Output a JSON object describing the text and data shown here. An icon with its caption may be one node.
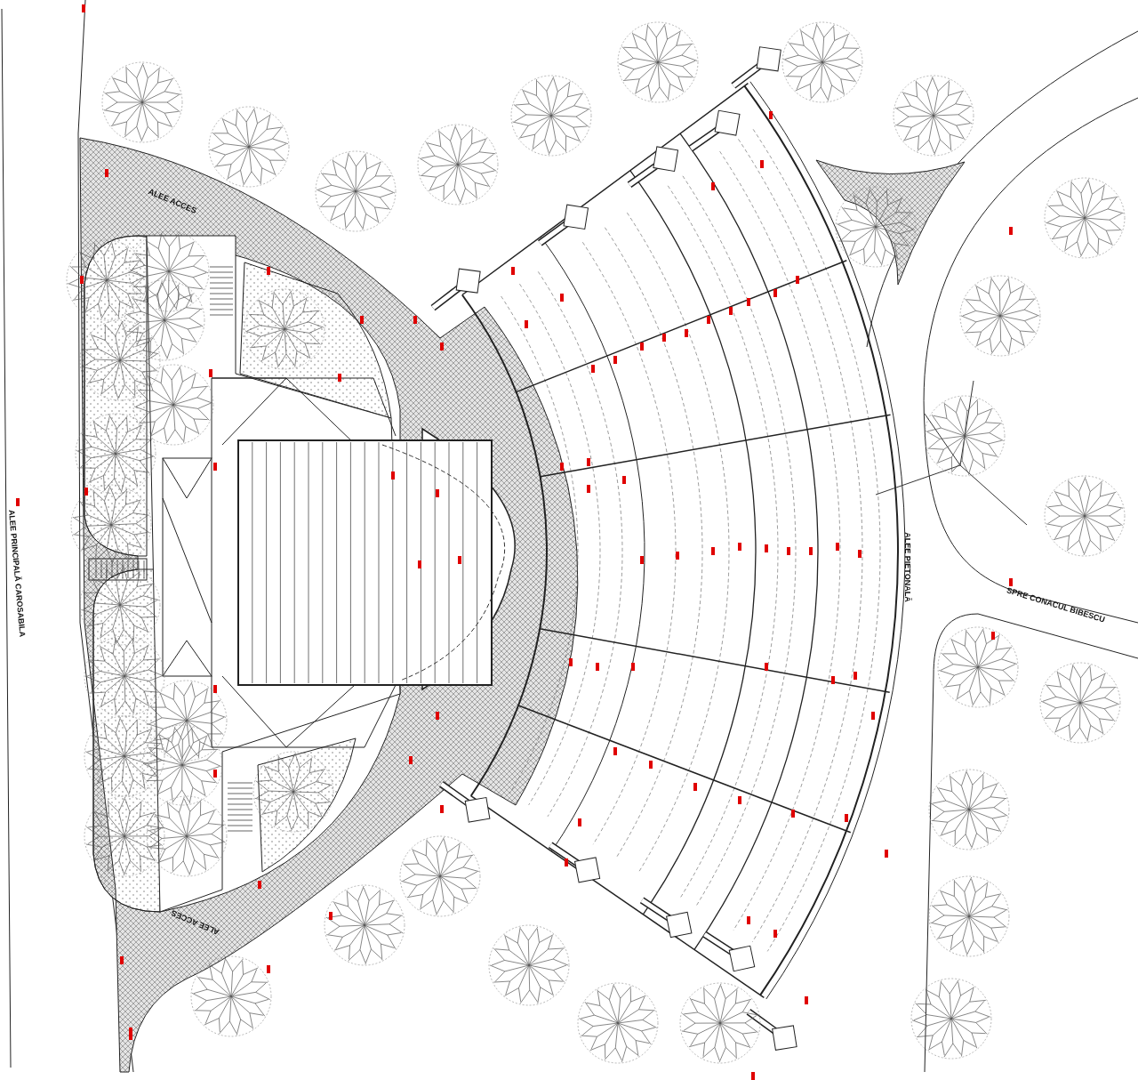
{
  "diagram": {
    "labels": [
      "ALEE ACCES",
      "ALEE PRINCIPALĂ CAROSABILA",
      "ALEE PIETONALĂ",
      "SPRE CONACUL BIBESCU",
      "ALEE ACCES"
    ]
  }
}
